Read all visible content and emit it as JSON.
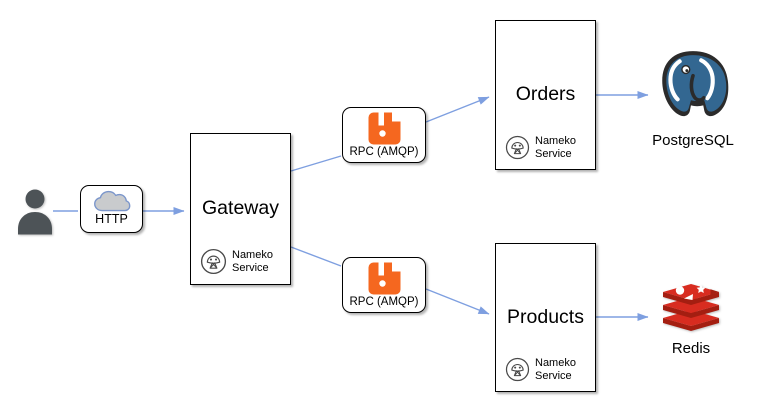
{
  "colors": {
    "arrow": "#7E9FE0",
    "rabbitmq_orange": "#F5671F",
    "postgresql_blue": "#336791",
    "postgresql_outline": "#2b2b2b",
    "redis_red": "#D82C20",
    "redis_dark_red": "#A41E11",
    "person_gray": "#4D5357",
    "cloud_fill": "#C9CBCD",
    "cloud_stroke": "#7B96CB",
    "nameko_gray": "#4A4A4A"
  },
  "nodes": {
    "user": {
      "icon": "person-icon"
    },
    "http": {
      "label": "HTTP",
      "icon": "cloud-icon"
    },
    "gateway": {
      "title": "Gateway",
      "service_label": "Nameko Service"
    },
    "rpc_top": {
      "label": "RPC (AMQP)",
      "icon": "rabbitmq-icon"
    },
    "rpc_bottom": {
      "label": "RPC (AMQP)",
      "icon": "rabbitmq-icon"
    },
    "orders": {
      "title": "Orders",
      "service_label": "Nameko Service"
    },
    "products": {
      "title": "Products",
      "service_label": "Nameko Service"
    },
    "postgresql": {
      "label": "PostgreSQL",
      "icon": "postgresql-elephant-icon"
    },
    "redis": {
      "label": "Redis",
      "icon": "redis-icon"
    }
  }
}
